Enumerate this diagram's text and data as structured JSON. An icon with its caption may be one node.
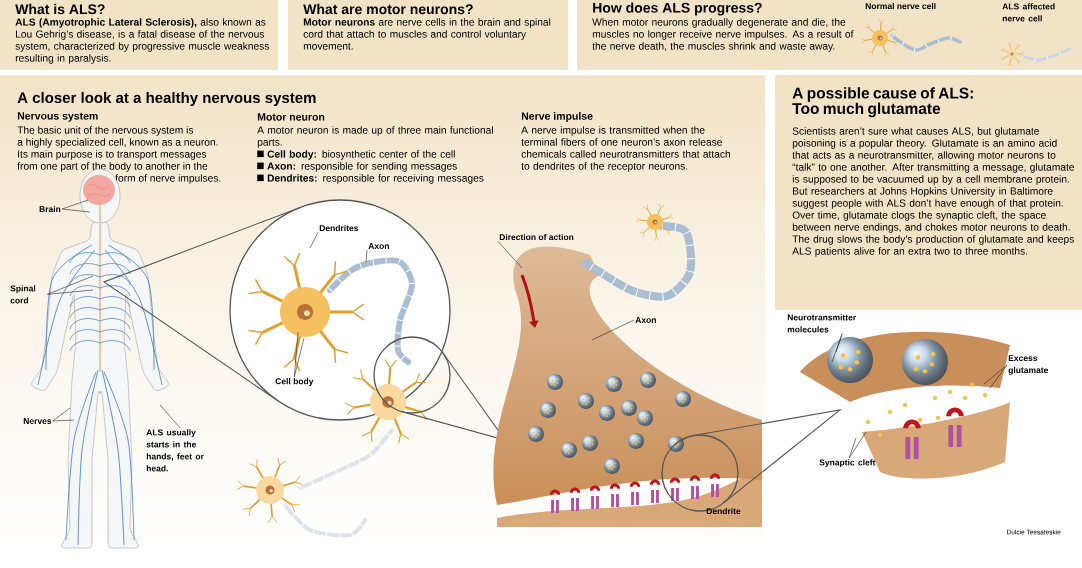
{
  "diagram": {
    "nodes": [
      {
        "text": [
          "What is ALS?",
          "**ALS (Amyotrophic Lateral Sclerosis),** also known as Lou Gehrig’s disease, is a fatal disease of the nervous system, characterized by progressive muscle weakness resulting in paralysis."
        ]
      },
      {
        "text": [
          "What are motor neurons?",
          "**Motor neurons** are nerve cells in the brain and spinal cord that attach to muscles and control voluntary movement."
        ]
      },
      {
        "text": [
          "How does ALS progress?",
          "When motor neurons gradually degenerate and die, the muscles no longer receive nerve impulses. As a result of the nerve death, the muscles shrink and waste away."
        ]
      },
      {
        "text": [
          "Normal nerve cell"
        ],
        "in": 2
      },
      {
        "text": [
          "ALS affected nerve cell"
        ],
        "in": 2
      },
      {
        "text": [
          "A closer look at a healthy nervous system",
          "Nervous system",
          "The basic unit of the nervous system is a highly specialized cell, known as a neuron. Its main purpose is to transport messages from one part of the body to another in the form of nerve impulses.",
          "Motor neuron",
          "A motor neuron is made up of three main functional parts.",
          "**Cell body:** biosynthetic center of the cell",
          "**Axon:** responsible for sending messages",
          "**Dendrites:** responsible for receiving messages",
          "Nerve impulse",
          "A nerve impulse is transmitted when the terminal fibers of one neuron’s axon release chemicals called neurotransmitters that attach to dendrites of the receptor neurons."
        ]
      },
      {
        "text": [
          "Brain"
        ],
        "in": 5
      },
      {
        "text": [
          "Spinal cord"
        ],
        "in": 5
      },
      {
        "text": [
          "Nerves"
        ],
        "in": 5
      },
      {
        "text": [
          "ALS usually starts in the hands, feet or head."
        ],
        "in": 5
      },
      {
        "text": [
          "Dendrites"
        ],
        "in": 5
      },
      {
        "text": [
          "Axon"
        ],
        "in": 5
      },
      {
        "text": [
          "Cell body"
        ],
        "in": 5
      },
      {
        "text": [
          "Direction of action"
        ],
        "in": 5
      },
      {
        "text": [
          "Axon"
        ],
        "in": 5
      },
      {
        "text": [
          "A possible cause of ALS: Too much glutamate",
          "Scientists aren’t sure what causes ALS, but glutamate poisoning is a popular theory. Glutamate is an amino acid that acts as a neurotransmitter, allowing motor neurons to “talk” to one another. After transmitting a message, glutamate is supposed to be vacuumed up by a cell membrane protein. But researchers at Johns Hopkins University in Baltimore suggest people with ALS don’t have enough of that protein. Over time, glutamate clogs the synaptic cleft, the space between nerve endings, and chokes motor neurons to death. The drug slows the body’s production of glutamate and keeps ALS patients alive for an extra two to three months."
        ]
      },
      {
        "text": [
          "Neurotransmitter molecules"
        ]
      },
      {
        "text": [
          "Excess glutamate"
        ]
      },
      {
        "text": [
          "Synaptic cleft"
        ]
      }
    ],
    "edges": [
      {
        "from": 6,
        "to": null,
        "arrow": "none"
      },
      {
        "from": 6,
        "to": null,
        "arrow": "none"
      },
      {
        "from": 7,
        "to": null,
        "arrow": "none"
      },
      {
        "from": 7,
        "to": null,
        "arrow": "none"
      },
      {
        "from": 8,
        "to": null,
        "arrow": "none"
      },
      {
        "from": 8,
        "to": null,
        "arrow": "none"
      },
      {
        "from": 9,
        "to": null,
        "arrow": "none"
      },
      {
        "from": 10,
        "to": null,
        "arrow": "none"
      },
      {
        "from": 11,
        "to": null,
        "arrow": "none"
      },
      {
        "from": 12,
        "to": null,
        "arrow": "none"
      },
      {
        "from": 12,
        "to": null,
        "arrow": "none"
      },
      {
        "from": 13,
        "to": null,
        "arrow": "none"
      },
      {
        "from": 14,
        "to": null,
        "arrow": "none"
      },
      {
        "from": 16,
        "to": null,
        "arrow": "none"
      },
      {
        "from": 16,
        "to": null,
        "arrow": "none"
      },
      {
        "from": 17,
        "to": null,
        "arrow": "none"
      },
      {
        "from": 17,
        "to": null,
        "arrow": "none"
      },
      {
        "from": 18,
        "to": null,
        "arrow": "none"
      },
      {
        "from": 18,
        "to": null,
        "arrow": "none"
      }
    ],
    "labels": [
      "Dendrite",
      "Dulcie Teesateskie"
    ]
  }
}
